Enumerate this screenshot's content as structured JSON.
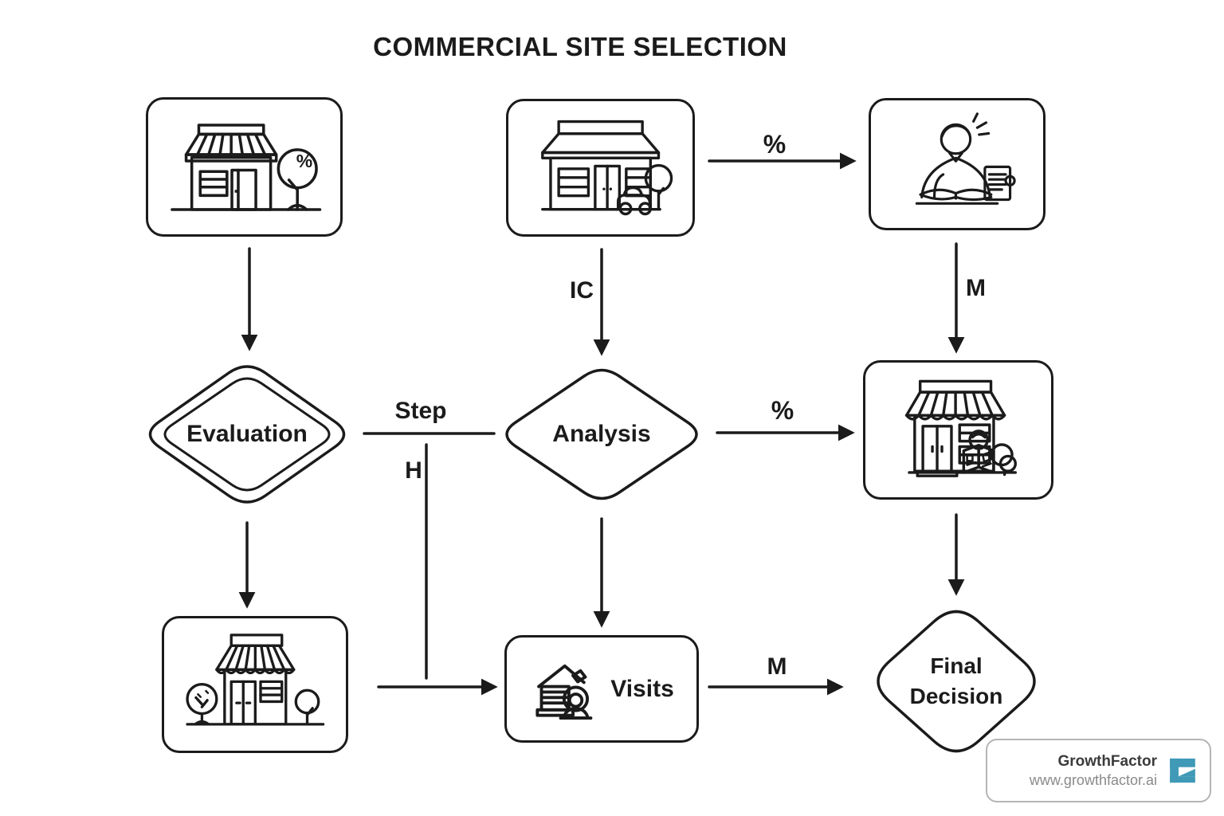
{
  "title": "COMMERCIAL SITE SELECTION",
  "nodes": {
    "site_photo_percent": {
      "icon": "storefront-tree-percent-icon"
    },
    "site_photo_car": {
      "icon": "storefront-car-icon"
    },
    "analyst_reading": {
      "icon": "person-reading-icon"
    },
    "evaluation": {
      "label": "Evaluation"
    },
    "analysis": {
      "label": "Analysis"
    },
    "site_photo_shopper": {
      "icon": "storefront-shopper-icon"
    },
    "site_photo_trees": {
      "icon": "storefront-trees-icon"
    },
    "visits": {
      "label": "Visits",
      "icon": "house-person-icon"
    },
    "final_decision": {
      "line1": "Final",
      "line2": "Decision"
    }
  },
  "edge_labels": {
    "car_to_analyst": "%",
    "car_to_analysis": "IC",
    "analyst_to_shopper": "M",
    "evaluation_to_analysis": "Step",
    "branch_to_visits": "H",
    "analysis_to_shopper": "%",
    "visits_to_final": "M"
  },
  "icon_text": {
    "tree_percent": "%"
  },
  "badge": {
    "company": "GrowthFactor",
    "website": "www.growthfactor.ai"
  },
  "colors": {
    "ink": "#1b1b1b",
    "logo_teal": "#3f99b7",
    "badge_border": "#b5b5b5"
  }
}
